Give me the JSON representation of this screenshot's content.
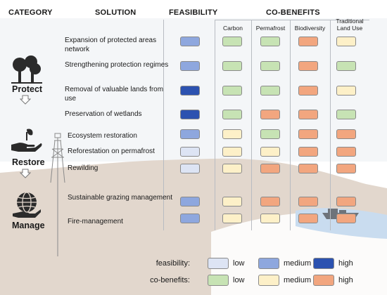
{
  "headers": {
    "category": "CATEGORY",
    "solution": "SOLUTION",
    "feasibility": "FEASIBILITY",
    "cobenefits": "CO-BENEFITS"
  },
  "subheaders": [
    "Carbon",
    "Permafrost",
    "Biodiversity",
    "Traditional Land Use"
  ],
  "categories": [
    "Protect",
    "Restore",
    "Manage"
  ],
  "colors": {
    "feasibility": {
      "low": "#dde4f4",
      "medium": "#8ea7de",
      "high": "#2c52b0"
    },
    "cobenefits": {
      "low": "#c7e3b4",
      "medium": "#fdf0c8",
      "high": "#f2a67f"
    },
    "land": "#e2d7cd",
    "water": "#c9dcef",
    "sky": "#f4f6f8"
  },
  "rows": [
    {
      "solution": "Expansion of protected areas network",
      "feasibility": "medium",
      "carbon": "low",
      "permafrost": "low",
      "biodiversity": "high",
      "traditional": "medium"
    },
    {
      "solution": "Strengthening protection regimes",
      "feasibility": "medium",
      "carbon": "low",
      "permafrost": "low",
      "biodiversity": "high",
      "traditional": "low"
    },
    {
      "solution": "Removal of valuable lands from use",
      "feasibility": "high",
      "carbon": "low",
      "permafrost": "low",
      "biodiversity": "high",
      "traditional": "medium"
    },
    {
      "solution": "Preservation of wetlands",
      "feasibility": "high",
      "carbon": "low",
      "permafrost": "high",
      "biodiversity": "high",
      "traditional": "low"
    },
    {
      "solution": "Ecosystem restoration",
      "feasibility": "medium",
      "carbon": "medium",
      "permafrost": "low",
      "biodiversity": "high",
      "traditional": "high"
    },
    {
      "solution": "Reforestation on permafrost",
      "feasibility": "low",
      "carbon": "medium",
      "permafrost": "medium",
      "biodiversity": "high",
      "traditional": "high"
    },
    {
      "solution": "Rewilding",
      "feasibility": "low",
      "carbon": "medium",
      "permafrost": "high",
      "biodiversity": "high",
      "traditional": "high"
    },
    {
      "solution": "Sustainable grazing management",
      "feasibility": "medium",
      "carbon": "medium",
      "permafrost": "high",
      "biodiversity": "high",
      "traditional": "high"
    },
    {
      "solution": "Fire-management",
      "feasibility": "medium",
      "carbon": "medium",
      "permafrost": "medium",
      "biodiversity": "high",
      "traditional": "high"
    }
  ],
  "legend": {
    "feasibility_label": "feasibility:",
    "cobenefits_label": "co-benefits:",
    "low": "low",
    "medium": "medium",
    "high": "high"
  }
}
